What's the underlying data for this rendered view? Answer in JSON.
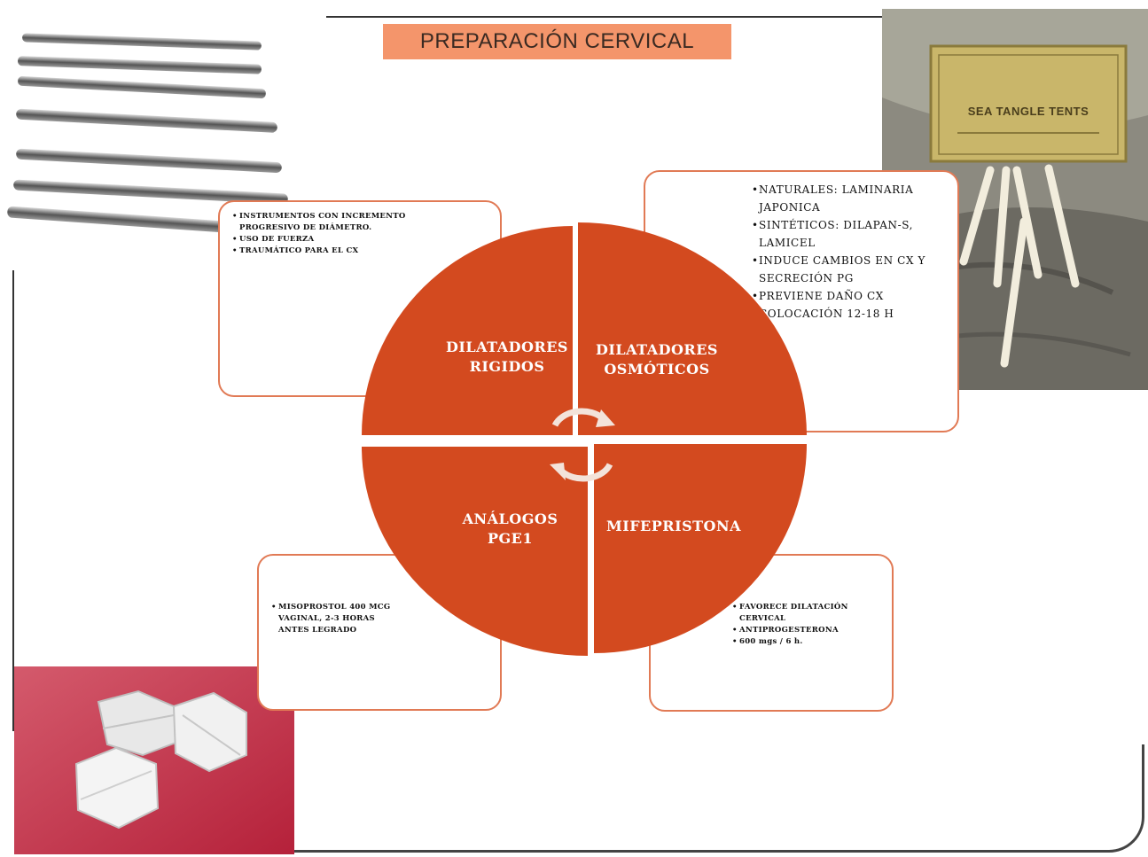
{
  "title": "PREPARACIÓN   CERVICAL",
  "quadrants": {
    "rigid": "DILATADORES\nRIGIDOS",
    "osmotic": "DILATADORES\nOSMÓTICOS",
    "pge": "ANÁLOGOS\nPGE1",
    "mife": "MIFEPRISTONA"
  },
  "callouts": {
    "rigid": [
      "INSTRUMENTOS CON INCREMENTO PROGRESIVO DE DIÁMETRO.",
      "USO DE FUERZA",
      "TRAUMÁTICO PARA EL CX"
    ],
    "osmotic": [
      "NATURALES: LAMINARIA JAPONICA",
      "SINTÉTICOS: DILAPAN-S, LAMICEL",
      "INDUCE CAMBIOS EN CX Y SECRECIÓN PG",
      "PREVIENE DAÑO CX",
      "COLOCACIÓN 12-18 H"
    ],
    "pge": [
      "MISOPROSTOL 400 MCG VAGINAL, 2-3 HORAS ANTES LEGRADO"
    ],
    "mife": [
      "FAVORECE DILATACIÓN CERVICAL",
      "ANTIPROGESTERONA",
      "600 mgs / 6 h."
    ]
  },
  "box_label": "SEA TANGLE TENTS",
  "icons": {
    "photo_dilators": "metal-dilators-image",
    "photo_tents": "laminaria-tents-image",
    "photo_pills": "pills-image",
    "cycle": "cycle-arrows-icon"
  },
  "colors": {
    "accent": "#d34a1f",
    "title_bg": "#f4956b",
    "border": "#e17a55"
  }
}
